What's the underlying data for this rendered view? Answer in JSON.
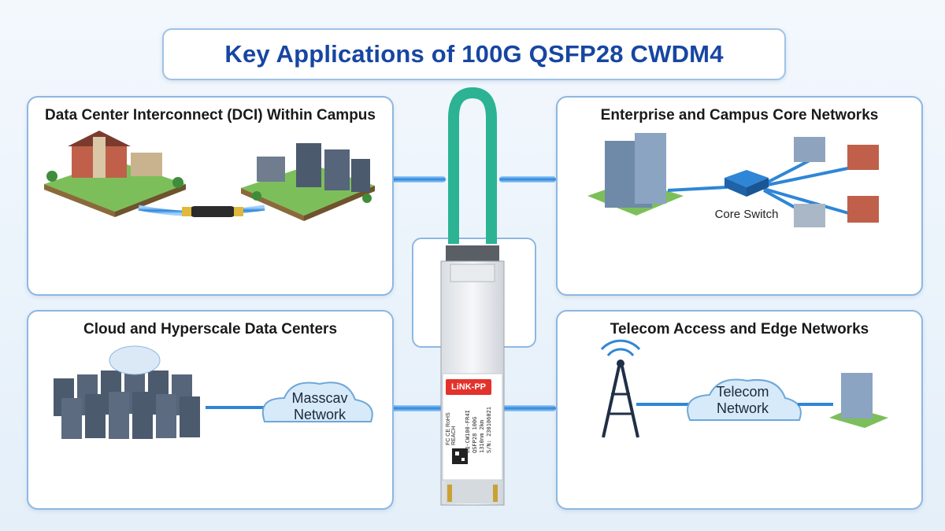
{
  "title": "Key Applications of 100G QSFP28 CWDM4",
  "panels": {
    "top_left": {
      "title": "Data Center Interconnect (DCI) Within Campus"
    },
    "top_right": {
      "title": "Enterprise and Campus Core Networks",
      "switch_label": "Core Switch"
    },
    "bottom_left": {
      "title": "Cloud and Hyperscale Data Centers",
      "cloud_label_1": "Masscav",
      "cloud_label_2": "Network"
    },
    "bottom_right": {
      "title": "Telecom Access and Edge Networks",
      "cloud_label_1": "Telecom",
      "cloud_label_2": "Network"
    }
  },
  "module": {
    "brand": "LiNK-PP",
    "model": "LQ-CW100-FR4I",
    "spec": "QSFP28 100G 1310nm 2km",
    "serial": "S/N: 230106021",
    "certs": "FC CE RoHS REACH"
  },
  "colors": {
    "title": "#1746a2",
    "fiber": "#3b8fd8",
    "pull_tab": "#2bb394",
    "brand_red": "#e3322b"
  }
}
